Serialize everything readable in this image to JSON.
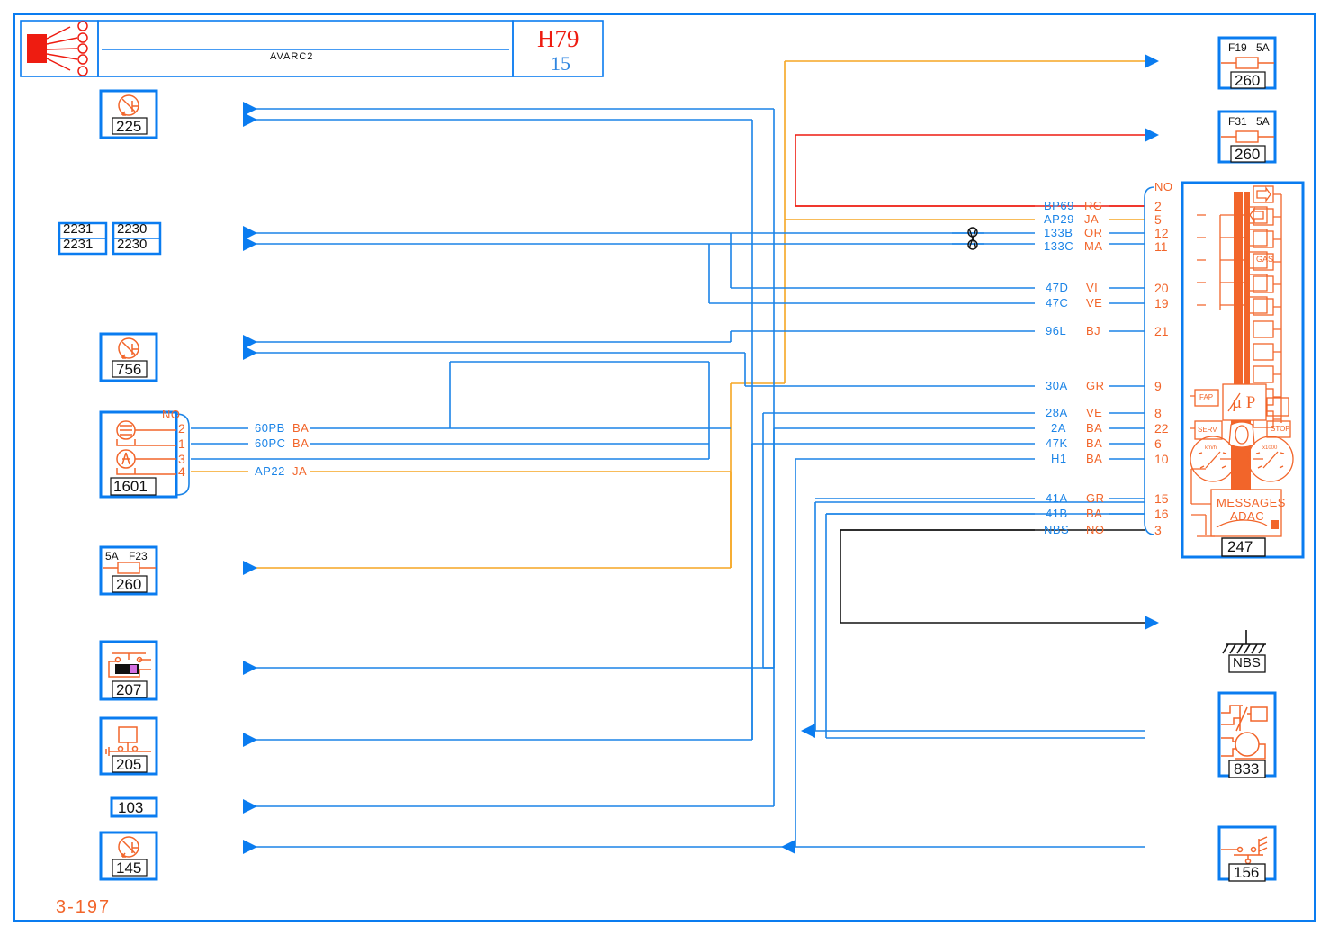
{
  "page": {
    "sheet_number": "3-197",
    "title_block": {
      "harness_label": "AVARC2",
      "diagram_code": "H79",
      "diagram_page": "15",
      "connector_icon": "harness-connector-icon"
    }
  },
  "colors": {
    "frame_blue": "#0a7cf0",
    "wire_blue": "#1b84e7",
    "orange": "#f2652a",
    "red": "#ee1c11",
    "yellow": "#f5a623",
    "black": "#111111"
  },
  "left_components": [
    {
      "id": "225",
      "icon": "buzzer-icon",
      "kind": "box"
    },
    {
      "id": "2231",
      "icon": "splice-pair-icon",
      "kind": "splice",
      "rows": [
        "2231",
        "2231"
      ]
    },
    {
      "id": "2230",
      "icon": "splice-pair-icon",
      "kind": "splice",
      "rows": [
        "2230",
        "2230"
      ]
    },
    {
      "id": "756",
      "icon": "buzzer-icon",
      "kind": "box"
    },
    {
      "id": "1601",
      "icon": "dual-sensor-icon",
      "kind": "connector-box",
      "pins": [
        {
          "no": "NO",
          "wire": "",
          "color": ""
        },
        {
          "no": "2",
          "wire": "60PB",
          "color": "BA"
        },
        {
          "no": "1",
          "wire": "60PC",
          "color": "BA"
        },
        {
          "no": "3",
          "wire": "",
          "color": ""
        },
        {
          "no": "4",
          "wire": "AP22",
          "color": "JA"
        }
      ]
    },
    {
      "id": "260",
      "icon": "fuse-icon",
      "kind": "fuse",
      "fuse_rating": "5A",
      "fuse_ref": "F23",
      "label_order": "rating-first"
    },
    {
      "id": "207",
      "icon": "switch-contact-icon",
      "kind": "box"
    },
    {
      "id": "205",
      "icon": "parking-brake-icon",
      "kind": "box"
    },
    {
      "id": "103",
      "icon": "",
      "kind": "plain"
    },
    {
      "id": "145",
      "icon": "buzzer-icon",
      "kind": "box"
    }
  ],
  "right_components": [
    {
      "id": "260",
      "icon": "fuse-icon",
      "kind": "fuse",
      "fuse_ref": "F19",
      "fuse_rating": "5A",
      "label_order": "ref-first"
    },
    {
      "id": "260",
      "icon": "fuse-icon",
      "kind": "fuse",
      "fuse_ref": "F31",
      "fuse_rating": "5A",
      "label_order": "ref-first"
    },
    {
      "id": "247",
      "icon": "instrument-cluster-icon",
      "kind": "cluster"
    },
    {
      "id": "NBS",
      "icon": "ground-icon",
      "kind": "ground"
    },
    {
      "id": "833",
      "icon": "wiper-motor-icon",
      "kind": "box"
    },
    {
      "id": "156",
      "icon": "rain-sensor-icon",
      "kind": "box"
    }
  ],
  "cluster": {
    "id": "247",
    "cpu_label": "µ P",
    "fap_label": "FAP",
    "serv_label": "SERV",
    "stop_label": "STOP",
    "gas_label": "GAS",
    "message_line1": "MESSAGES",
    "message_line2": "ADAC",
    "gauge_left_unit": "km/h",
    "gauge_right_unit": "x1000",
    "tell_tales": [
      "turn-right-icon",
      "turn-left-icon",
      "high-beam-icon",
      "low-beam-icon",
      "front-fog-icon",
      "side-light-icon",
      "rear-fog-icon",
      "glow-plug-icon",
      "gas-icon",
      "fuel-icon",
      "water-temp-icon",
      "airbag-icon",
      "coolant-icon",
      "battery-icon",
      "clock-icon",
      "oil-icon",
      "stop-icon"
    ]
  },
  "cluster_connector": {
    "top_pin_label": "NO",
    "pins": [
      {
        "wire": "BP69",
        "color": "RG",
        "pin": "2",
        "line_color": "red"
      },
      {
        "wire": "AP29",
        "color": "JA",
        "pin": "5",
        "line_color": "yellow"
      },
      {
        "wire": "133B",
        "color": "OR",
        "pin": "12",
        "line_color": "blue"
      },
      {
        "wire": "133C",
        "color": "MA",
        "pin": "11",
        "line_color": "blue"
      },
      {
        "wire": "47D",
        "color": "VI",
        "pin": "20",
        "line_color": "blue"
      },
      {
        "wire": "47C",
        "color": "VE",
        "pin": "19",
        "line_color": "blue"
      },
      {
        "wire": "96L",
        "color": "BJ",
        "pin": "21",
        "line_color": "blue"
      },
      {
        "wire": "30A",
        "color": "GR",
        "pin": "9",
        "line_color": "blue"
      },
      {
        "wire": "28A",
        "color": "VE",
        "pin": "8",
        "line_color": "blue"
      },
      {
        "wire": "2A",
        "color": "BA",
        "pin": "22",
        "line_color": "blue"
      },
      {
        "wire": "47K",
        "color": "BA",
        "pin": "6",
        "line_color": "blue"
      },
      {
        "wire": "H1",
        "color": "BA",
        "pin": "10",
        "line_color": "blue"
      },
      {
        "wire": "41A",
        "color": "GR",
        "pin": "15",
        "line_color": "blue"
      },
      {
        "wire": "41B",
        "color": "BA",
        "pin": "16",
        "line_color": "blue"
      },
      {
        "wire": "NBS",
        "color": "NO",
        "pin": "3",
        "line_color": "black"
      }
    ]
  },
  "markers": {
    "twisted_pair_icon": "twisted-pair-icon",
    "arrow_left_icon": "arrow-left-icon",
    "arrow_right_icon": "arrow-right-icon"
  }
}
